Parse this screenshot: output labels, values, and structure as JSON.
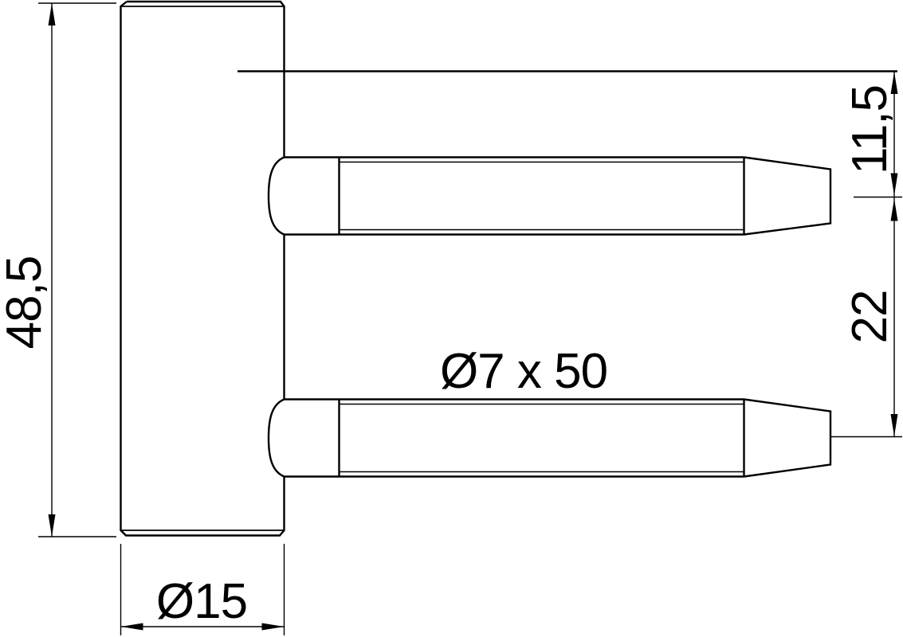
{
  "drawing": {
    "type": "technical-drawing",
    "subject": "door hinge barrel with two mounting pins (side view)",
    "labels": {
      "barrel_height": "48,5",
      "barrel_diameter": "Ø15",
      "pin_spec": "Ø7 x 50",
      "pin_top_offset": "11,5",
      "pin_spacing": "22"
    },
    "colors": {
      "line": "#000000",
      "background": "#ffffff"
    }
  }
}
